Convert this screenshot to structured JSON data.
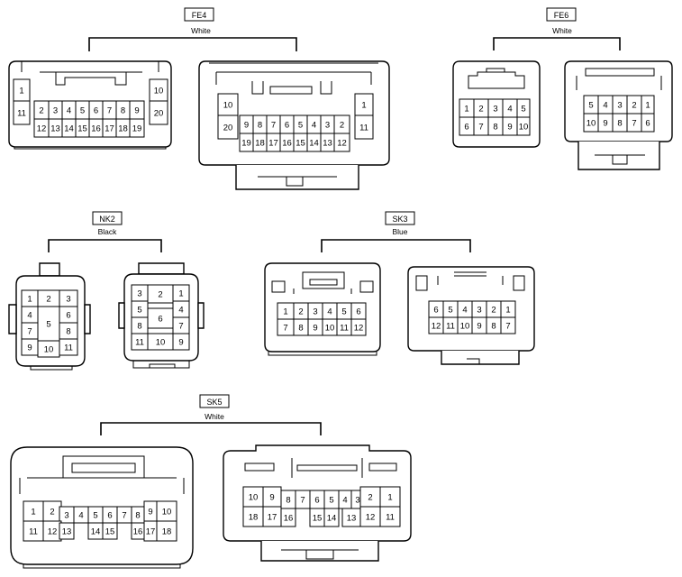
{
  "groups": [
    {
      "id": "FE4",
      "color": "White"
    },
    {
      "id": "FE6",
      "color": "White"
    },
    {
      "id": "NK2",
      "color": "Black"
    },
    {
      "id": "SK3",
      "color": "Blue"
    },
    {
      "id": "SK5",
      "color": "White"
    }
  ],
  "pins": {
    "fe4_left": [
      "1",
      "11",
      "2",
      "3",
      "4",
      "5",
      "6",
      "7",
      "8",
      "9",
      "10",
      "20",
      "12",
      "13",
      "14",
      "15",
      "16",
      "17",
      "18",
      "19"
    ],
    "fe4_right": [
      "10",
      "20",
      "9",
      "8",
      "7",
      "6",
      "5",
      "4",
      "3",
      "2",
      "1",
      "11",
      "19",
      "18",
      "17",
      "16",
      "15",
      "14",
      "13",
      "12"
    ],
    "fe6_left": [
      "1",
      "2",
      "3",
      "4",
      "5",
      "6",
      "7",
      "8",
      "9",
      "10"
    ],
    "fe6_right": [
      "5",
      "4",
      "3",
      "2",
      "1",
      "10",
      "9",
      "8",
      "7",
      "6"
    ],
    "nk2_left": [
      "1",
      "2",
      "3",
      "4",
      "5",
      "6",
      "7",
      "8",
      "9",
      "10",
      "11"
    ],
    "nk2_right": [
      "3",
      "2",
      "1",
      "5",
      "4",
      "6",
      "8",
      "7",
      "11",
      "10",
      "9"
    ],
    "sk3_left": [
      "1",
      "2",
      "3",
      "4",
      "5",
      "6",
      "7",
      "8",
      "9",
      "10",
      "11",
      "12"
    ],
    "sk3_right": [
      "6",
      "5",
      "4",
      "3",
      "2",
      "1",
      "12",
      "11",
      "10",
      "9",
      "8",
      "7"
    ],
    "sk5_left": [
      "1",
      "2",
      "3",
      "4",
      "5",
      "6",
      "7",
      "8",
      "9",
      "10",
      "11",
      "12",
      "13",
      "14",
      "15",
      "16",
      "17",
      "18"
    ],
    "sk5_right": [
      "10",
      "9",
      "8",
      "7",
      "6",
      "5",
      "4",
      "3",
      "2",
      "1",
      "18",
      "17",
      "16",
      "15",
      "14",
      "13",
      "12",
      "11"
    ]
  }
}
